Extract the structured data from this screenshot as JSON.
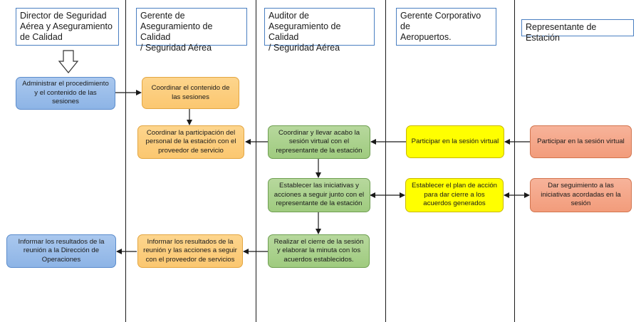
{
  "lanes": [
    {
      "title": "Director de Seguridad\nAérea y Aseguramiento\nde Calidad"
    },
    {
      "title": "Gerente de\nAseguramiento de Calidad\n/ Seguridad Aérea"
    },
    {
      "title": "Auditor de\nAseguramiento de Calidad\n/ Seguridad Aérea"
    },
    {
      "title": "Gerente Corporativo de\nAeropuertos."
    },
    {
      "title": "Representante de Estación"
    }
  ],
  "steps": {
    "administrar": "Administrar el procedimiento y el contenido de las sesiones",
    "coordinar_contenido": "Coordinar el contenido de las sesiones",
    "coordinar_participacion": "Coordinar la participación del personal de la estación con el proveedor de servicio",
    "coordinar_llevar": "Coordinar y llevar acabo  la sesión virtual con el representante de la estación",
    "participar_gerente": "Participar en la sesión virtual",
    "participar_rep": "Participar en la sesión virtual",
    "establecer_iniciativas": "Establecer las iniciativas y acciones a seguir junto con el representante de la estación",
    "establecer_plan": "Establecer el plan de acción para dar cierre a los acuerdos generados",
    "dar_seguimiento": "Dar seguimiento a las iniciativas acordadas en la sesión",
    "realizar_cierre": "Realizar el cierre de la sesión y elaborar la minuta con los acuerdos establecidos.",
    "informar_resultados_gerente": "Informar los resultados de la reunión y las acciones a seguir con el proveedor de servicios",
    "informar_resultados_director": "Informar los resultados de la reunión a la Dirección de Operaciones"
  },
  "colors": {
    "lane_line": "#1a1a1a",
    "header_border": "#4a7fc1",
    "blue": "#8db4e6",
    "orange": "#fbc770",
    "green": "#9fcb7f",
    "yellow": "#ffff00",
    "salmon": "#f29c7b"
  }
}
